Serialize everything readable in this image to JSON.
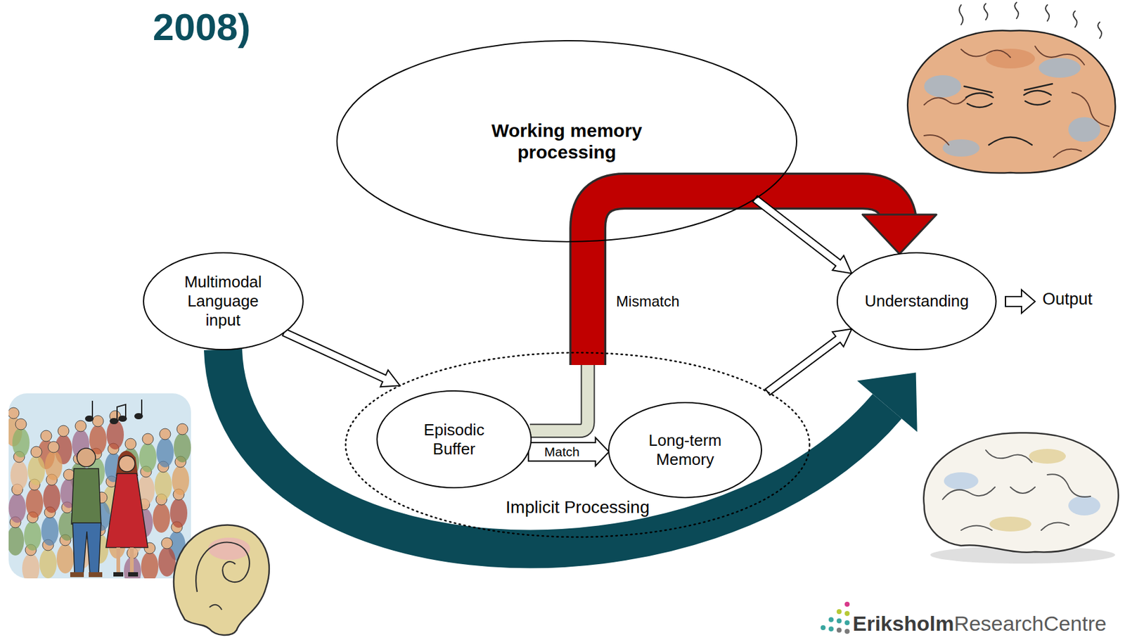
{
  "diagram": {
    "title": "2008)",
    "nodes": [
      {
        "text": [
          "Working memory processing"
        ]
      },
      {
        "text": [
          "Multimodal Language input"
        ]
      },
      {
        "text": [
          "Implicit Processing"
        ]
      },
      {
        "text": [
          "Episodic Buffer"
        ],
        "in": 2
      },
      {
        "text": [
          "Long-term Memory"
        ],
        "in": 2
      },
      {
        "text": [
          "Understanding"
        ]
      }
    ],
    "edges": [
      {
        "from": 1,
        "to": 2,
        "arrow": "to"
      },
      {
        "from": 3,
        "to": 4,
        "arrow": "to",
        "label": "Match"
      },
      {
        "from": 3,
        "to": 5,
        "arrow": "to",
        "label": "Mismatch"
      },
      {
        "from": 0,
        "to": 5,
        "arrow": "to"
      },
      {
        "from": 2,
        "to": 5,
        "arrow": "to"
      },
      {
        "from": 1,
        "to": 5,
        "arrow": "to"
      }
    ],
    "labels": [
      "Output",
      "Eriksholm",
      "ResearchCentre"
    ]
  }
}
